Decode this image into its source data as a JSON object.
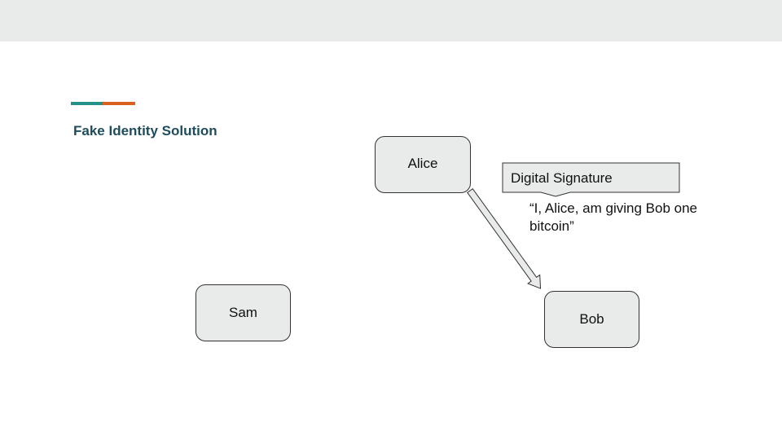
{
  "slide": {
    "title": "Fake Identity Solution",
    "accent_colors": [
      "#21918a",
      "#dd5f1d"
    ],
    "title_color": "#1d4d5c",
    "header_band_color": "#e8ebea"
  },
  "nodes": {
    "alice": {
      "label": "Alice"
    },
    "sam": {
      "label": "Sam"
    },
    "bob": {
      "label": "Bob"
    }
  },
  "callout": {
    "label": "Digital Signature",
    "message": "“I, Alice, am giving Bob one bitcoin”"
  },
  "arrow": {
    "from": "Alice",
    "to": "Bob"
  }
}
